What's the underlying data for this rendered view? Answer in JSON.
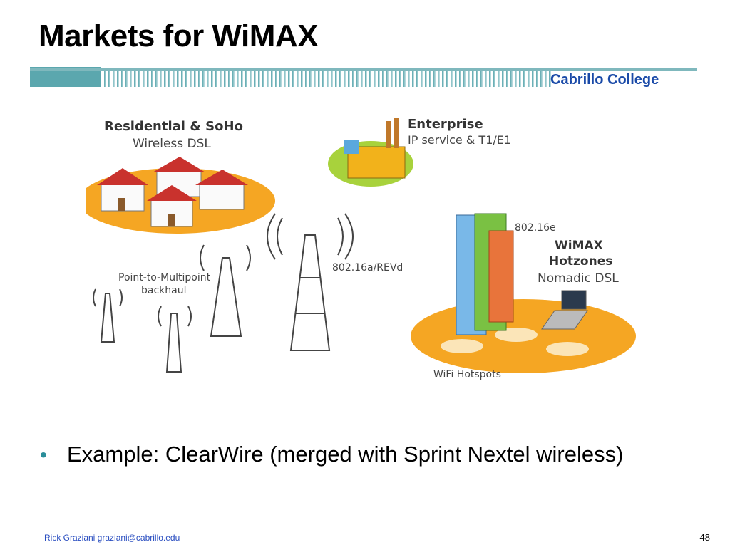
{
  "slide": {
    "title": "Markets for WiMAX",
    "college": "Cabrillo College",
    "bullet": "Example:  ClearWire (merged with Sprint Nextel wireless)",
    "footer_author": "Rick Graziani  graziani@cabrillo.edu",
    "page_number": "48"
  },
  "diagram": {
    "residential_title": "Residential & SoHo",
    "residential_sub": "Wireless DSL",
    "enterprise_title": "Enterprise",
    "enterprise_sub": "IP service & T1/E1",
    "standard_e": "802.16e",
    "hotzones_line1": "WiMAX",
    "hotzones_line2": "Hotzones",
    "hotzones_sub": "Nomadic DSL",
    "standard_a": "802.16a/REVd",
    "backhaul_line1": "Point-to-Multipoint",
    "backhaul_line2": "backhaul",
    "wifi": "WiFi Hotspots"
  },
  "colors": {
    "accent_teal": "#2a8e9a",
    "college_blue": "#1a4aa8",
    "zone_orange": "#f5a623",
    "zone_green": "#a8d23c"
  }
}
